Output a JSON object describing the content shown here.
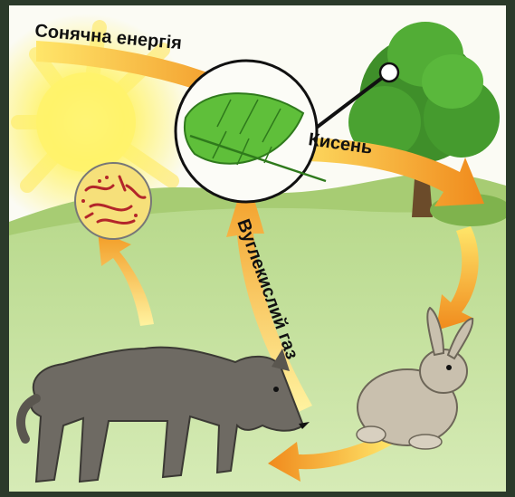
{
  "labels": {
    "solar_energy": "Сонячна енергія",
    "oxygen": "Кисень",
    "carbon_dioxide": "Вуглекислий газ"
  },
  "colors": {
    "frame": "#2b3a2a",
    "sky": "#fbfbf4",
    "sun_core": "#fff36a",
    "sun_glow": "#ffe04a",
    "grass": "#c9e3a1",
    "hills": "#9fc46a",
    "arrow_start": "#ffe66a",
    "arrow_end": "#f08a1c",
    "leaf": "#5fbf3a",
    "tree": "#3f8f2a",
    "wolf": "#6e6a63",
    "hare": "#c9c0ae",
    "microbe_bg": "#f6e07a",
    "microbe": "#b3262a"
  }
}
